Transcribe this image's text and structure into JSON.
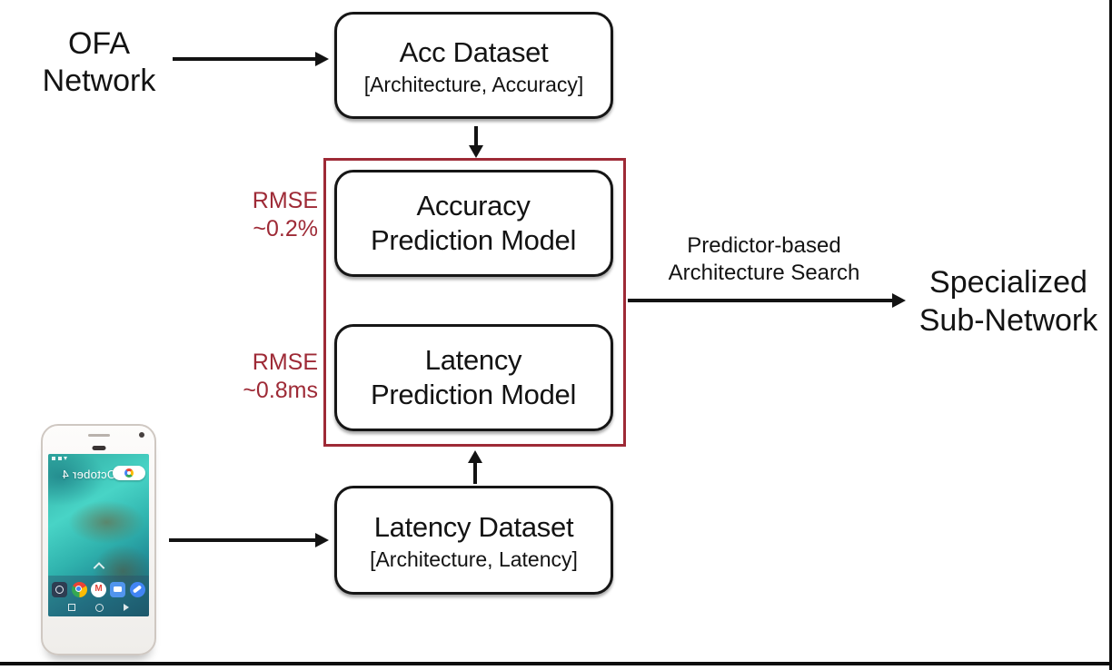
{
  "diagram": {
    "ofa_label": "OFA\nNetwork",
    "acc_dataset": {
      "title": "Acc Dataset",
      "subtitle": "[Architecture, Accuracy]"
    },
    "predictor_group": {
      "accuracy_model": "Accuracy\nPrediction Model",
      "latency_model": "Latency\nPrediction Model",
      "rmse_accuracy": "RMSE\n~0.2%",
      "rmse_latency": "RMSE\n~0.8ms"
    },
    "latency_dataset": {
      "title": "Latency Dataset",
      "subtitle": "[Architecture, Latency]"
    },
    "search_arrow_label": "Predictor-based\nArchitecture Search",
    "output_label": "Specialized\nSub-Network",
    "colors": {
      "accent_red": "#9E2A36",
      "line": "#131313"
    }
  },
  "phone": {
    "date_label": "October 4",
    "icons": [
      "camera-icon",
      "chrome-icon",
      "gmail-icon",
      "messages-icon",
      "phone-dialer-icon"
    ]
  }
}
